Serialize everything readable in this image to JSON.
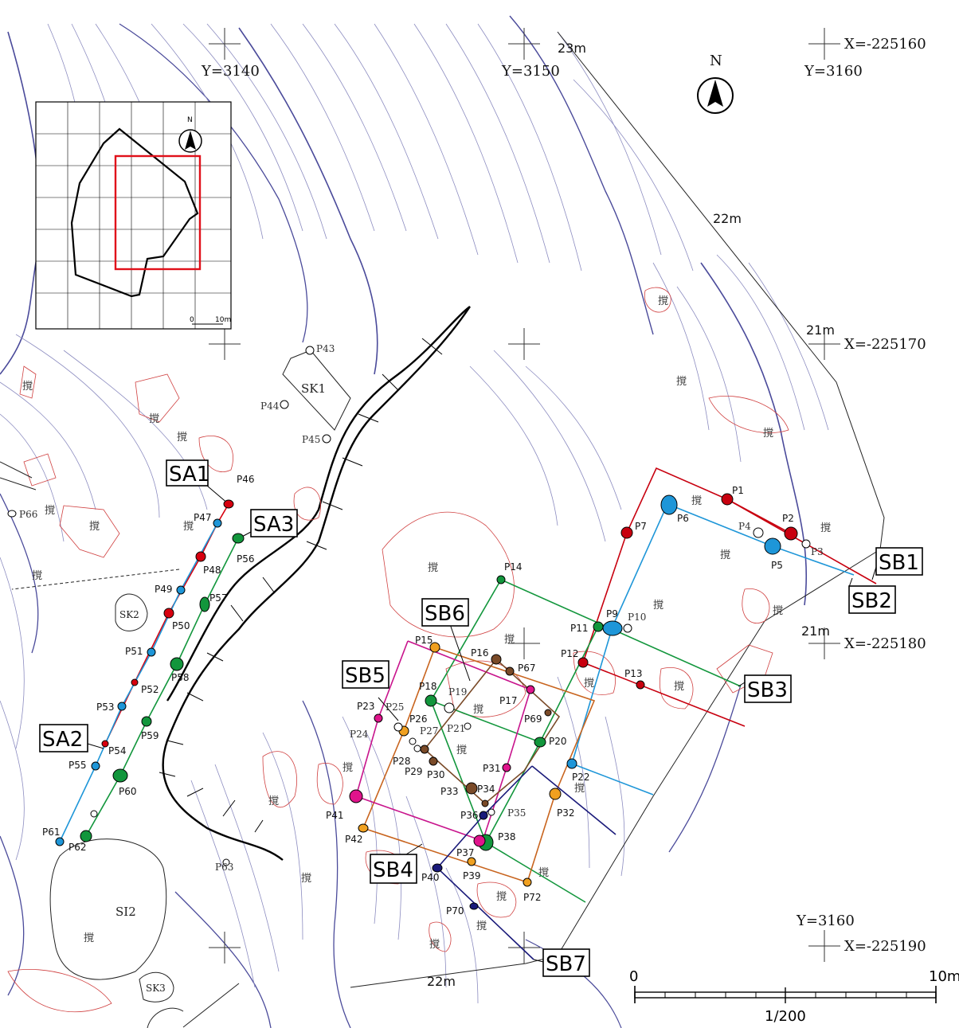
{
  "grid_labels": {
    "x_225160": "X=-225160",
    "x_225170": "X=-225170",
    "x_225180": "X=-225180",
    "x_225190": "X=-225190",
    "y_3140": "Y=3140",
    "y_3150": "Y=3150",
    "y_3160_top": "Y=3160",
    "y_3160_bottom": "Y=3160"
  },
  "elevations": [
    "23m",
    "22m",
    "21m",
    "21m",
    "22m"
  ],
  "north": "N",
  "inset": {
    "north": "N",
    "scale_zero": "0",
    "scale_ten": "10m"
  },
  "scale_bar": {
    "zero": "0",
    "max": "10m",
    "ratio": "1/200"
  },
  "features": {
    "sk1": "SK1",
    "sk2": "SK2",
    "sk3": "SK3",
    "si2": "SI2"
  },
  "disturbance": "撹",
  "structures": [
    "SA1",
    "SA2",
    "SA3",
    "SB1",
    "SB2",
    "SB3",
    "SB4",
    "SB5",
    "SB6",
    "SB7"
  ],
  "pits": [
    "P1",
    "P2",
    "P3",
    "P4",
    "P5",
    "P6",
    "P7",
    "P9",
    "P10",
    "P11",
    "P12",
    "P13",
    "P14",
    "P15",
    "P16",
    "P17",
    "P18",
    "P19",
    "P20",
    "P21",
    "P22",
    "P23",
    "P24",
    "P25",
    "P26",
    "P27",
    "P28",
    "P29",
    "P30",
    "P31",
    "P32",
    "P33",
    "P34",
    "P35",
    "P36",
    "P37",
    "P38",
    "P39",
    "P40",
    "P41",
    "P42",
    "P43",
    "P44",
    "P45",
    "P46",
    "P47",
    "P48",
    "P49",
    "P50",
    "P51",
    "P52",
    "P53",
    "P54",
    "P55",
    "P56",
    "P57",
    "P58",
    "P59",
    "P60",
    "P61",
    "P62",
    "P63",
    "P66",
    "P67",
    "P69",
    "P70",
    "P72"
  ],
  "colors": {
    "SA1": "#d7000f",
    "SA2": "#1e96d8",
    "SA3": "#12963c",
    "SB1": "#c8000f",
    "SB2": "#1e96d8",
    "SB3": "#12963c",
    "SB4": "#c8641e",
    "SB5": "#c8148c",
    "SB6": "#7a4a28",
    "SB7": "#1a1a7a",
    "contour_major": "#4a4a9a",
    "contour_minor": "#8c8cc0",
    "disturb_outline": "#d04040",
    "inset_area": "#e0101a"
  }
}
